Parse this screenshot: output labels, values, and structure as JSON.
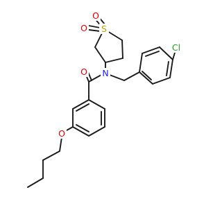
{
  "molecule": {
    "atoms": [
      {
        "id": "S1",
        "label": "S",
        "color": "#b8a000"
      },
      {
        "id": "O1",
        "label": "O",
        "color": "#e00000"
      },
      {
        "id": "O2",
        "label": "O",
        "color": "#e00000"
      },
      {
        "id": "N1",
        "label": "N",
        "color": "#2020e0"
      },
      {
        "id": "O3",
        "label": "O",
        "color": "#e00000"
      },
      {
        "id": "O4",
        "label": "O",
        "color": "#e00000"
      },
      {
        "id": "Cl1",
        "label": "Cl",
        "color": "#20a020"
      }
    ],
    "bond_color": "#1a1a1a"
  }
}
